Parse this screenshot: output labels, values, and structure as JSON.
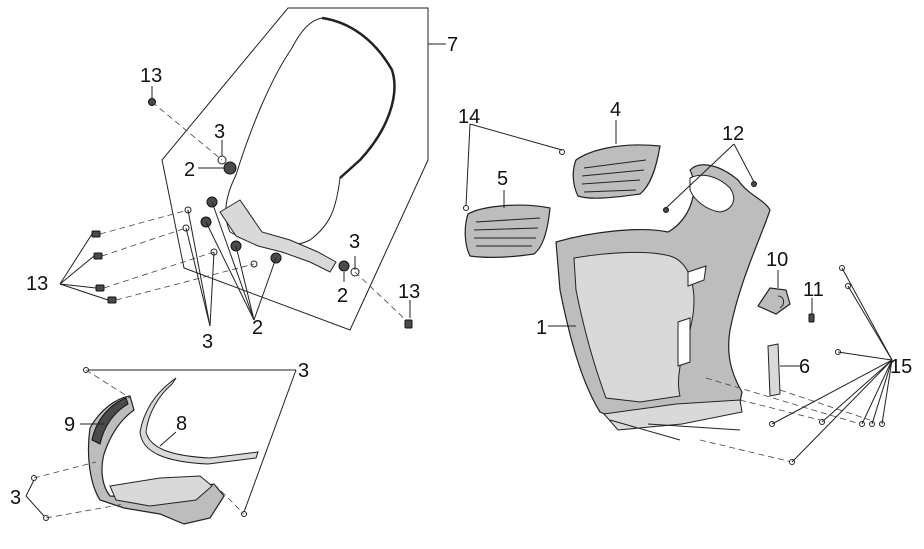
{
  "callouts": {
    "c1": "1",
    "c2a": "2",
    "c2b": "2",
    "c2c": "2",
    "c3a": "3",
    "c3b": "3",
    "c3c": "3",
    "c3d": "3",
    "c3e": "3",
    "c4": "4",
    "c5": "5",
    "c6": "6",
    "c7": "7",
    "c8": "8",
    "c9": "9",
    "c10": "10",
    "c11": "11",
    "c12": "12",
    "c13a": "13",
    "c13b": "13",
    "c13c": "13",
    "c14": "14",
    "c15": "15"
  }
}
